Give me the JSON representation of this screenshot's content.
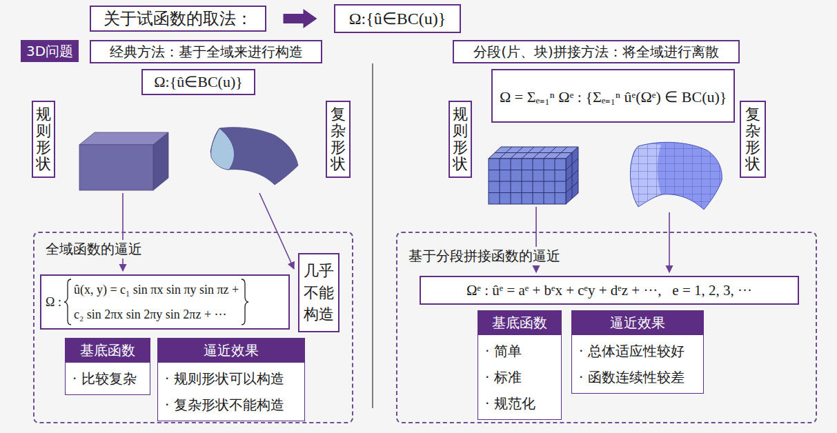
{
  "diagram": {
    "nodes": [
      {
        "text": [
          "关于试函数的取法："
        ]
      },
      {
        "text": [
          "Ω:{û∈BC(u)}"
        ]
      },
      {
        "text": [
          "3D问题"
        ]
      },
      {
        "text": [
          "经典方法：基于全域来进行构造"
        ]
      },
      {
        "text": [
          "Ω:{û∈BC(u)}"
        ]
      },
      {
        "text": [
          "规则形状"
        ]
      },
      {
        "text": [
          "复杂形状"
        ]
      },
      {
        "text": [
          "全域函数的逼近"
        ]
      },
      {
        "text": [
          "Ω :",
          "û(x, y) = c₁ sin πx sin πy sin πz +",
          "c₂ sin 2πx sin 2πy sin 2πz + ···"
        ],
        "in": 7
      },
      {
        "text": [
          "几乎不能构造"
        ],
        "in": 7
      },
      {
        "text": [
          "基底函数",
          "· 比较复杂"
        ],
        "in": 7
      },
      {
        "text": [
          "逼近效果",
          "· 规则形状可以构造",
          "· 复杂形状不能构造"
        ],
        "in": 7
      },
      {
        "text": [
          "分段(片、块)拼接方法：将全域进行离散"
        ]
      },
      {
        "text": [
          "Ω = Σₑ₌₁ⁿ Ωᵉ : {Σₑ₌₁ⁿ ûᵉ(Ωᵉ) ∈ BC(u)}"
        ]
      },
      {
        "text": [
          "规则形状"
        ]
      },
      {
        "text": [
          "复杂形状"
        ]
      },
      {
        "text": [
          "基于分段拼接函数的逼近"
        ]
      },
      {
        "text": [
          "Ωᵉ : ûᵉ = aᵉ + bᵉx + cᵉy + dᵉz + ···,   e = 1, 2, 3, ···"
        ],
        "in": 16
      },
      {
        "text": [
          "基底函数",
          "· 简单",
          "· 标准",
          "· 规范化"
        ],
        "in": 16
      },
      {
        "text": [
          "逼近效果",
          "· 总体适应性较好",
          "· 函数连续性较差"
        ],
        "in": 16
      }
    ],
    "edges": [
      {
        "from": 0,
        "to": 1,
        "arrow": "to"
      }
    ]
  }
}
